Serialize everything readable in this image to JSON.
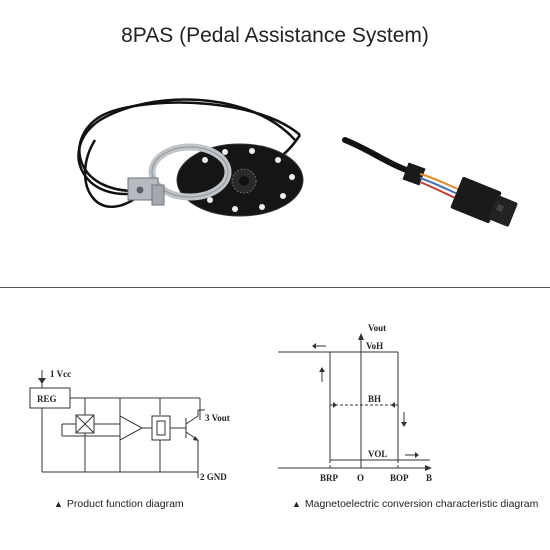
{
  "title": "8PAS (Pedal Assistance System)",
  "circuit": {
    "vcc": "1  Vcc",
    "reg": "REG",
    "vout": "3  Vout",
    "gnd": "2  GND"
  },
  "characteristic": {
    "vout": "Vout",
    "voh": "VoH",
    "bh": "BH",
    "vol": "VOL",
    "brp": "BRP",
    "o": "O",
    "bop": "BOP",
    "b": "B"
  },
  "captions": {
    "left": "Product function diagram",
    "right": "Magnetoelectric conversion characteristic diagram",
    "marker": "▲"
  }
}
